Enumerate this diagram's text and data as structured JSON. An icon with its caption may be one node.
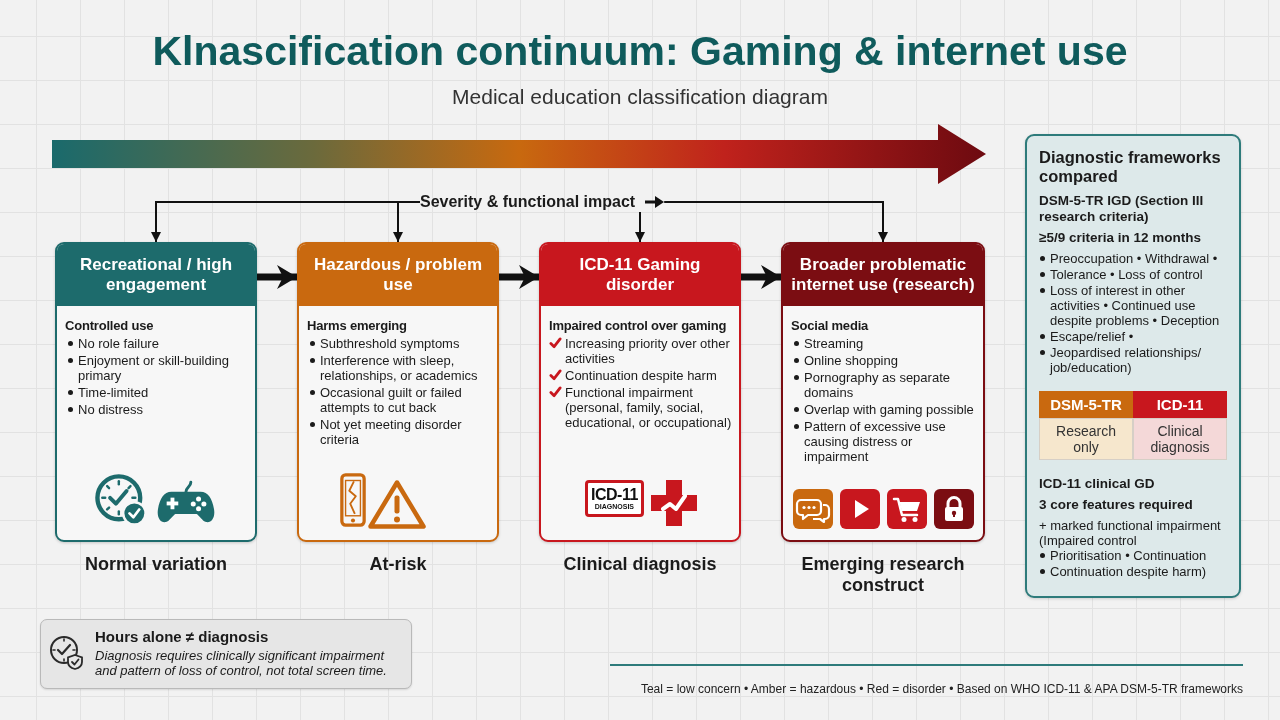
{
  "diagram": {
    "title": "Klnascification continuum: Gaming & internet use",
    "nodes": [
      {
        "text": [
          "Severity & functional impact"
        ]
      },
      {
        "text": [
          "Recreational / high engagement",
          "Controlled use",
          "No role failure",
          "Enjoyment or skill-building primary",
          "Time-limited",
          "No distress"
        ],
        "beside": [
          "Normal variation"
        ]
      },
      {
        "text": [
          "Hazardous / problem use",
          "Harms emerging",
          "Subthreshold symptoms",
          "Interference with sleep, relationships, or academics",
          "Occasional guilt or failed attempts to cut back",
          "Not yet meeting disorder criteria"
        ],
        "beside": [
          "At-risk"
        ]
      },
      {
        "text": [
          "ICD-11 Gaming disorder",
          "Impaired control over gaming",
          "Increasing priority over other activities",
          "Continuation despite harm",
          "Functional impairment (personal, family, social, educational, or occupational)"
        ],
        "beside": [
          "Clinical diagnosis"
        ]
      },
      {
        "text": [
          "ICD-11",
          "DIAGNOSIS"
        ],
        "in": 3
      },
      {
        "text": [
          "Broader problematic internet use (research)",
          "Social media",
          "Streaming",
          "Online shopping",
          "Pornography as separate domains",
          "Overlap with gaming possible",
          "Pattern of excessive use causing distress or impairment"
        ],
        "beside": [
          "Emerging research construct"
        ]
      },
      {
        "text": [
          "Diagnostic frameworks compared",
          "DSM-5-TR IGD (Section III research criteria)",
          "≥5/9 criteria in 12 months",
          "Preoccupation • Withdrawal •",
          "Tolerance • Loss of control",
          "Loss of interest in other activities • Continued use despite problems • Deception",
          "Escape/relief •",
          "Jeopardised relationships/ job/education)",
          "ICD-11 clinical GD",
          "3 core features required",
          "+ marked functional impairment (Impaired control",
          "Prioritisation • Continuation",
          "Continuation despite harm)"
        ]
      },
      {
        "text": [
          "DSM-5-TR"
        ],
        "in": 6
      },
      {
        "text": [
          "ICD-11"
        ],
        "in": 6
      },
      {
        "text": [
          "Research only"
        ],
        "in": 6
      },
      {
        "text": [
          "Clinical diagnosis"
        ],
        "in": 6
      },
      {
        "text": [
          "Hours alone ≠ diagnosis",
          "Diagnosis requires clinically significant impairment and pattern of loss of control, not total screen time."
        ]
      }
    ],
    "edges": [
      {
        "from": 0,
        "to": 1,
        "arrow": "to"
      },
      {
        "from": 0,
        "to": 2,
        "arrow": "to"
      },
      {
        "from": 0,
        "to": 3,
        "arrow": "to"
      },
      {
        "from": 0,
        "to": 5,
        "arrow": "to"
      },
      {
        "from": 1,
        "to": 2,
        "arrow": "to",
        "style": "thick"
      },
      {
        "from": 2,
        "to": 3,
        "arrow": "to",
        "style": "thick"
      },
      {
        "from": 3,
        "to": 5,
        "arrow": "to",
        "style": "thick"
      }
    ],
    "labels": [
      "Medical education classification diagram",
      "Teal = low concern • Amber = hazardous • Red = disorder • Based on WHO ICD-11 & APA DSM-5-TR frameworks"
    ]
  }
}
